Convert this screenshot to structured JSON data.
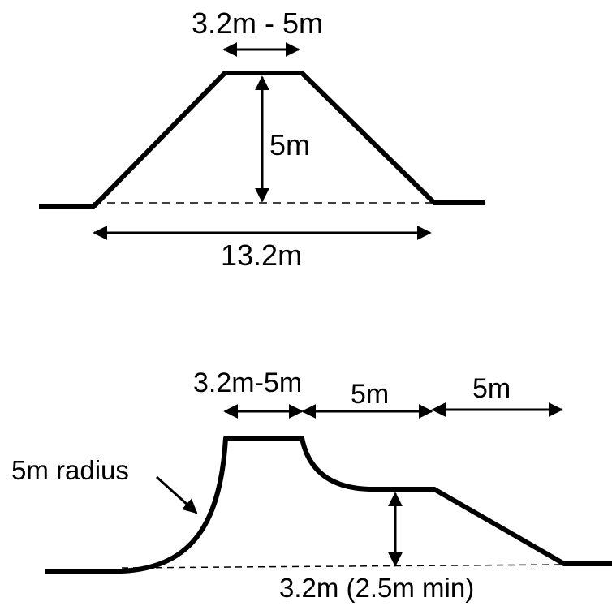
{
  "colors": {
    "background": "#ffffff",
    "ink": "#000000"
  },
  "top_section": {
    "crest_width_label": "3.2m - 5m",
    "height_label": "5m",
    "base_width_label": "13.2m"
  },
  "bottom_section": {
    "crest_width_label": "3.2m-5m",
    "bench_width_label": "5m",
    "slope_run_label": "5m",
    "radius_label": "5m radius",
    "bench_height_label": "3.2m (2.5m min)"
  }
}
